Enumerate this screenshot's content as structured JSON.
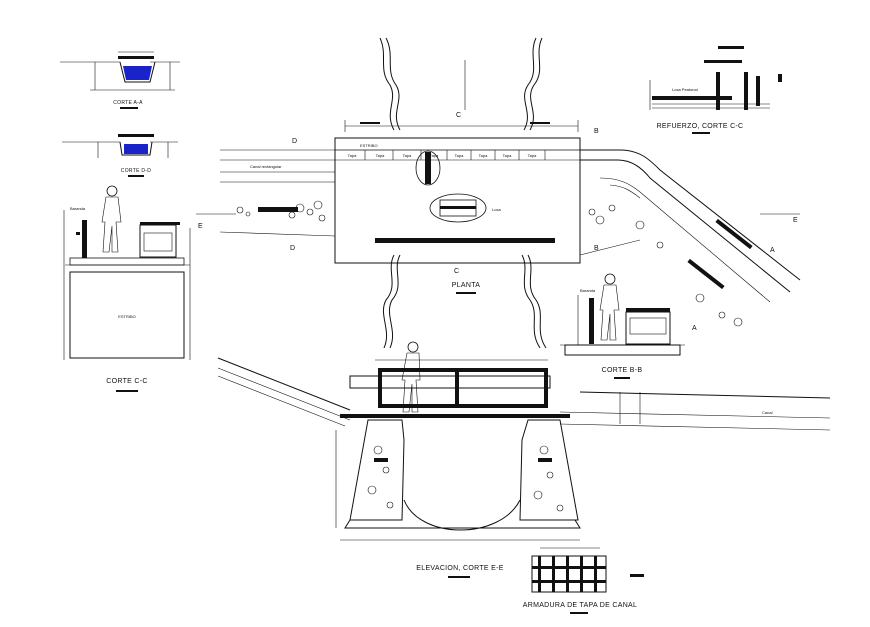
{
  "labels": {
    "corte_aa": "CORTE A-A",
    "corte_dd": "CORTE D-D",
    "corte_cc": "CORTE C-C",
    "estribo": "ESTRIBO",
    "planta": "PLANTA",
    "corte_bb": "CORTE B-B",
    "refuerzo_corte_cc": "REFUERZO, CORTE C-C",
    "elevacion_corte_ee": "ELEVACION, CORTE E-E",
    "armadura_tapa_canal": "ARMADURA DE TAPA DE CANAL",
    "canal": "Canal",
    "canal_rectangular": "Canal rectangular",
    "losa": "Losa",
    "losa_peatonal": "Losa Peatonal",
    "tapa": "Tapa",
    "baranda": "Baranda"
  },
  "section_marks": {
    "c": "C",
    "d": "D",
    "b": "B",
    "e": "E",
    "a": "A"
  },
  "plan_tapas": [
    "Tapa",
    "Tapa",
    "Tapa",
    "Tapa",
    "Tapa",
    "Tapa",
    "Tapa",
    "Tapa"
  ],
  "colors": {
    "line": "#111111",
    "water": "#1a23c8",
    "background": "#ffffff"
  }
}
